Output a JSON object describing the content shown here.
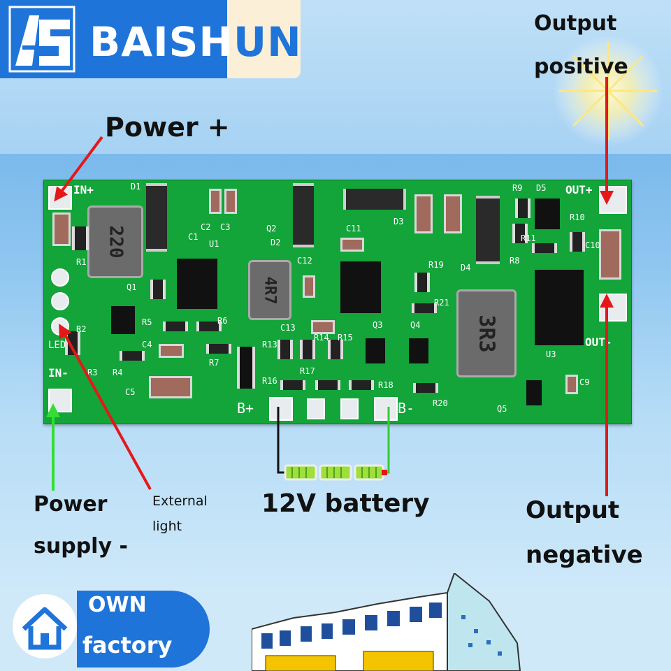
{
  "brand": {
    "name_head": "BAISH",
    "name_tail": "UN"
  },
  "labels": {
    "power_plus": "Power +",
    "output_positive_line1": "Output",
    "output_positive_line2": "positive",
    "power_supply_minus_line1": "Power",
    "power_supply_minus_line2": "supply -",
    "external_light_line1": "External",
    "external_light_line2": "light",
    "battery": "12V battery",
    "output_negative_line1": "Output",
    "output_negative_line2": "negative"
  },
  "footer": {
    "own_line1": "OWN",
    "own_line2": "factory"
  },
  "pcb": {
    "in_plus": "IN+",
    "in_minus": "IN-",
    "out_plus": "OUT+",
    "out_minus": "OUT-",
    "b_plus": "B+",
    "b_minus": "B-",
    "led": "LED",
    "ind1": "220",
    "ind2": "4R7",
    "ind3": "3R3",
    "refs": [
      "D1",
      "C2",
      "C3",
      "C1",
      "U1",
      "Q2",
      "D2",
      "C11",
      "D3",
      "R9",
      "D5",
      "R10",
      "C10",
      "R11",
      "R8",
      "R1",
      "Q1",
      "C12",
      "R19",
      "D4",
      "R21",
      "R2",
      "R5",
      "R6",
      "C13",
      "Q3",
      "Q4",
      "U3",
      "C4",
      "R7",
      "R13",
      "R14",
      "R15",
      "R3",
      "R4",
      "R16",
      "R17",
      "R18",
      "C5",
      "R20",
      "Q5",
      "C9"
    ]
  },
  "colors": {
    "brand_blue": "#1f74d9",
    "pcb_green": "#13a43a",
    "arrow_red": "#e41818",
    "arrow_green": "#33dd33"
  }
}
